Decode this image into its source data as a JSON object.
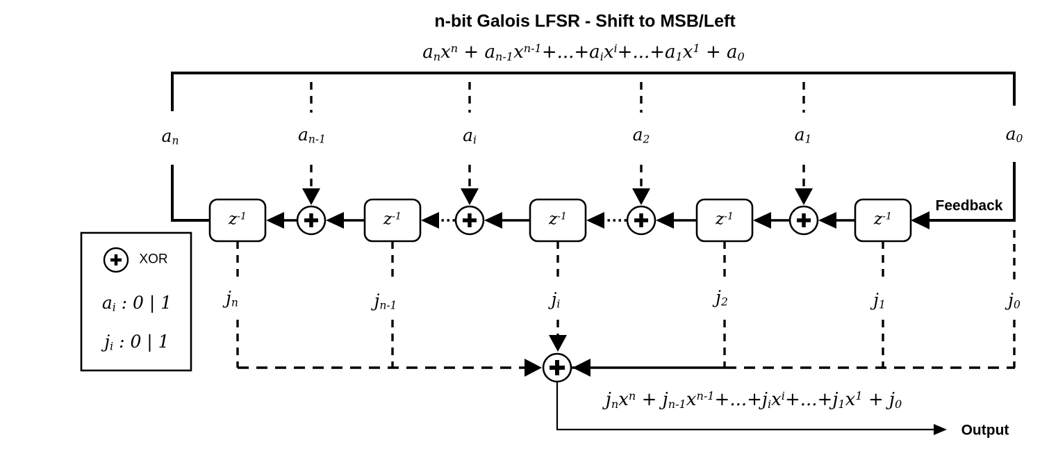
{
  "title": "n-bit Galois LFSR - Shift to MSB/Left",
  "polynomials": {
    "input": "a_{n}x^{n} + a_{n-1}x^{n-1}+...+a_{i}x^{i}+...+a_{1}x^{1} + a_{0}",
    "output": "j_{n}x^{n} + j_{n-1}x^{n-1}+...+j_{i}x^{i}+...+j_{1}x^{1} + j_{0}"
  },
  "feedback_label": "Feedback",
  "output_label": "Output",
  "delay_box_label": "z^{-1}",
  "a_taps": [
    "a_{n}",
    "a_{n-1}",
    "a_{i}",
    "a_{2}",
    "a_{1}",
    "a_{0}"
  ],
  "j_taps": [
    "j_{n}",
    "j_{n-1}",
    "j_{i}",
    "j_{2}",
    "j_{1}",
    "j_{0}"
  ],
  "legend": {
    "xor_label": "XOR",
    "rows": [
      "a_{i} : 0 | 1",
      "j_{i} : 0 | 1"
    ]
  },
  "colors": {
    "ink": "#000000",
    "background": "#ffffff"
  }
}
